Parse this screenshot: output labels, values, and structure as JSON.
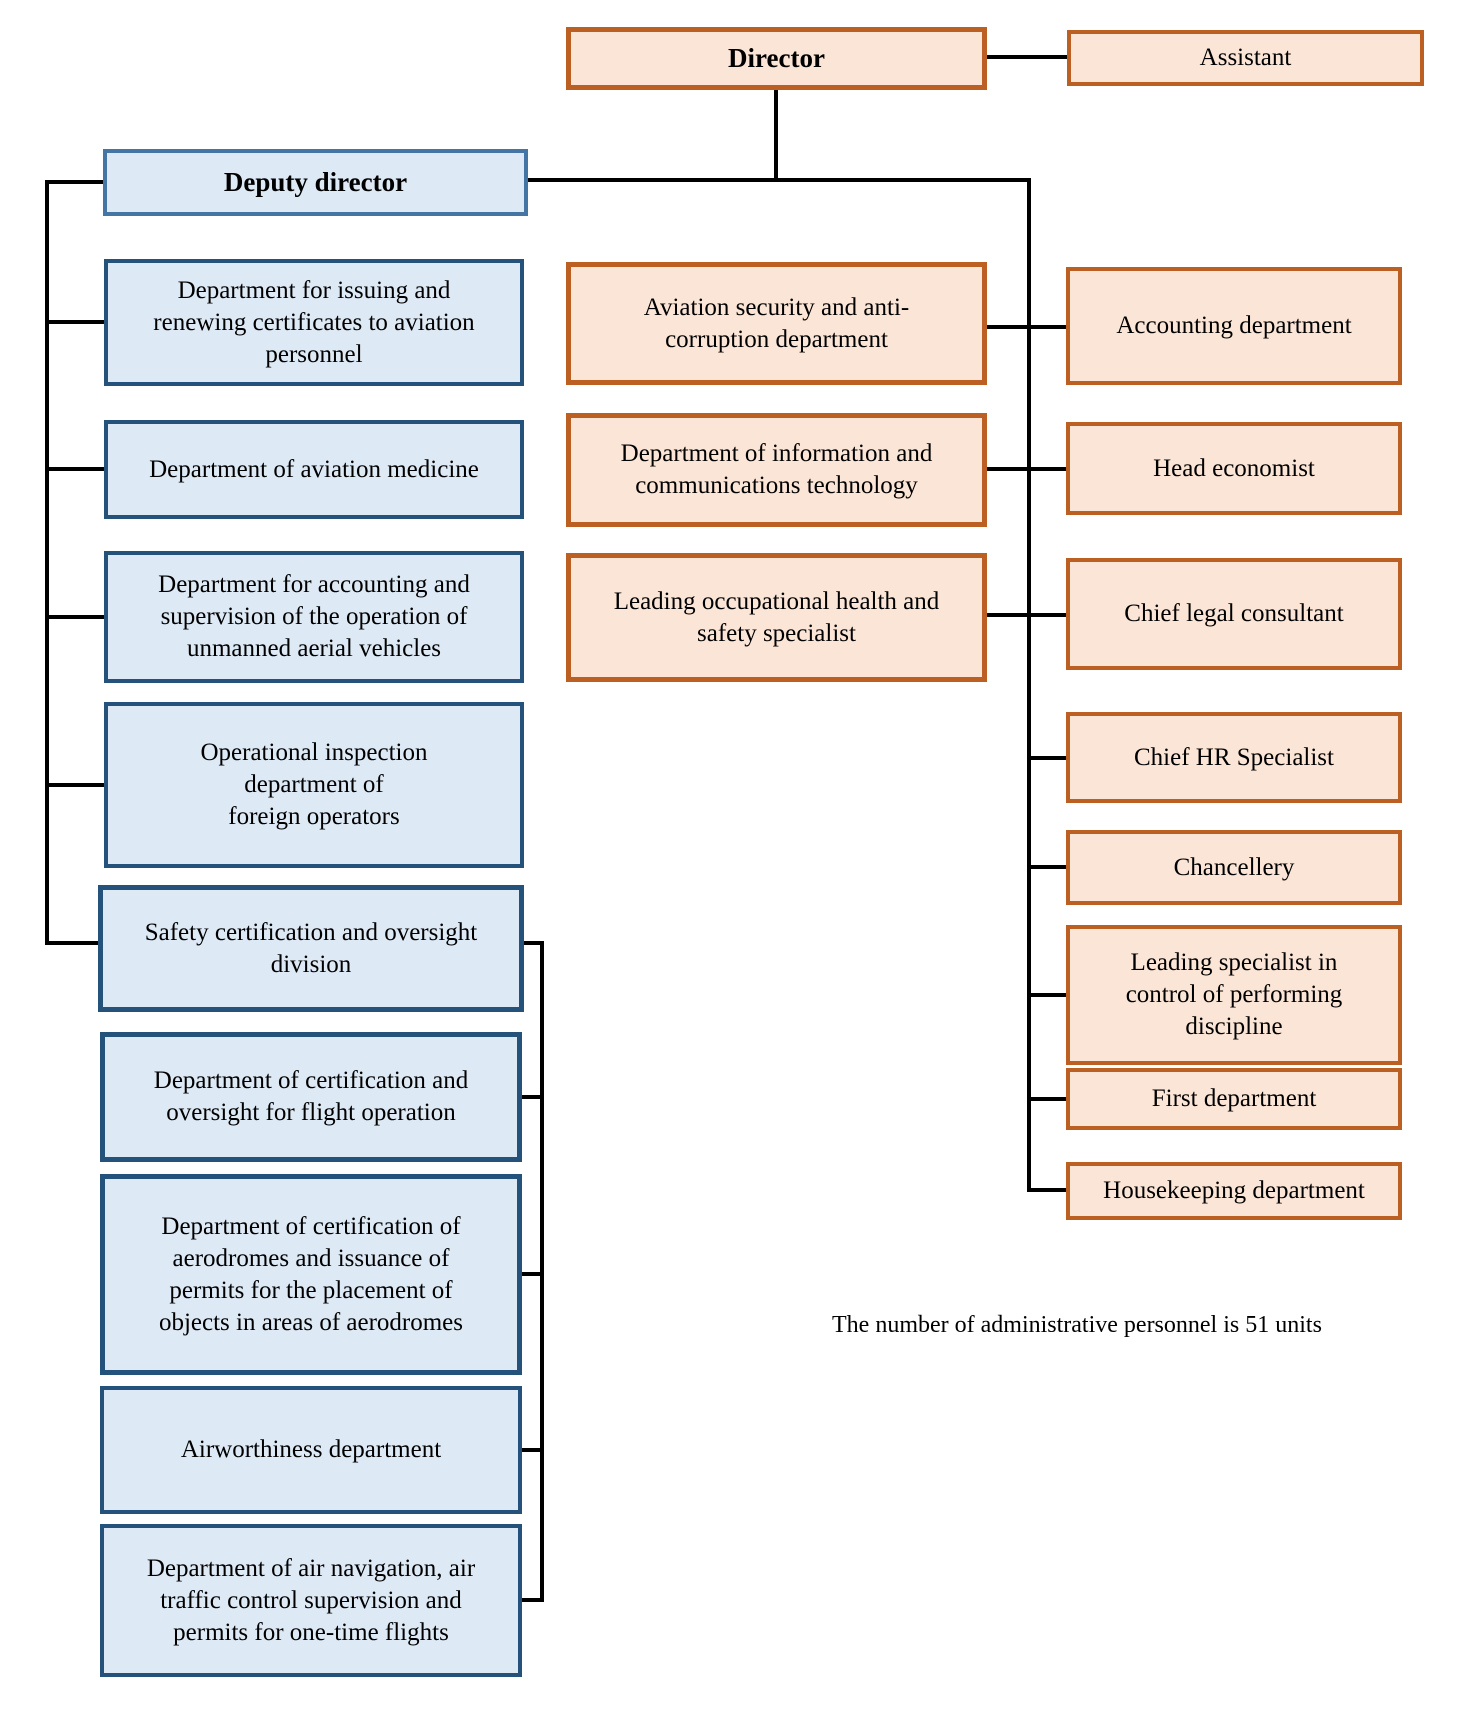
{
  "colors": {
    "blue_fill": "#dde9f5",
    "blue_border_dark": "#24527b",
    "blue_border_medium": "#4575a5",
    "orange_fill": "#fbe5d6",
    "orange_border": "#bc5f22",
    "line_color": "#000000"
  },
  "note": "The number of administrative personnel is 51 units",
  "nodes": {
    "director": {
      "label": "Director"
    },
    "assistant": {
      "label": "Assistant"
    },
    "deputy_director": {
      "label": "Deputy director"
    },
    "issuing_certificates": {
      "label": "Department for issuing and\nrenewing certificates to aviation\npersonnel"
    },
    "aviation_medicine": {
      "label": "Department of aviation medicine"
    },
    "uav_supervision": {
      "label": "Department for accounting and\nsupervision of the operation of\nunmanned aerial vehicles"
    },
    "foreign_operators_inspection": {
      "label": "Operational inspection\ndepartment of\nforeign operators"
    },
    "safety_certification_division": {
      "label": "Safety certification and oversight\ndivision"
    },
    "flight_operation_oversight": {
      "label": "Department of certification and\noversight for flight operation"
    },
    "aerodromes_certification": {
      "label": "Department of certification of\naerodromes and issuance of\npermits for the placement of\nobjects in areas of aerodromes"
    },
    "airworthiness": {
      "label": "Airworthiness department"
    },
    "air_navigation": {
      "label": "Department of air navigation, air\ntraffic control supervision and\npermits for one-time flights"
    },
    "aviation_security": {
      "label": "Aviation security and anti-\ncorruption department"
    },
    "ict_department": {
      "label": "Department of information and\ncommunications technology"
    },
    "occupational_health": {
      "label": "Leading occupational health and\nsafety specialist"
    },
    "accounting": {
      "label": "Accounting department"
    },
    "head_economist": {
      "label": "Head economist"
    },
    "chief_legal": {
      "label": "Chief legal consultant"
    },
    "chief_hr": {
      "label": "Chief HR Specialist"
    },
    "chancellery": {
      "label": "Chancellery"
    },
    "discipline_specialist": {
      "label": "Leading specialist in\ncontrol of performing\ndiscipline"
    },
    "first_department": {
      "label": "First department"
    },
    "housekeeping": {
      "label": "Housekeeping department"
    }
  }
}
